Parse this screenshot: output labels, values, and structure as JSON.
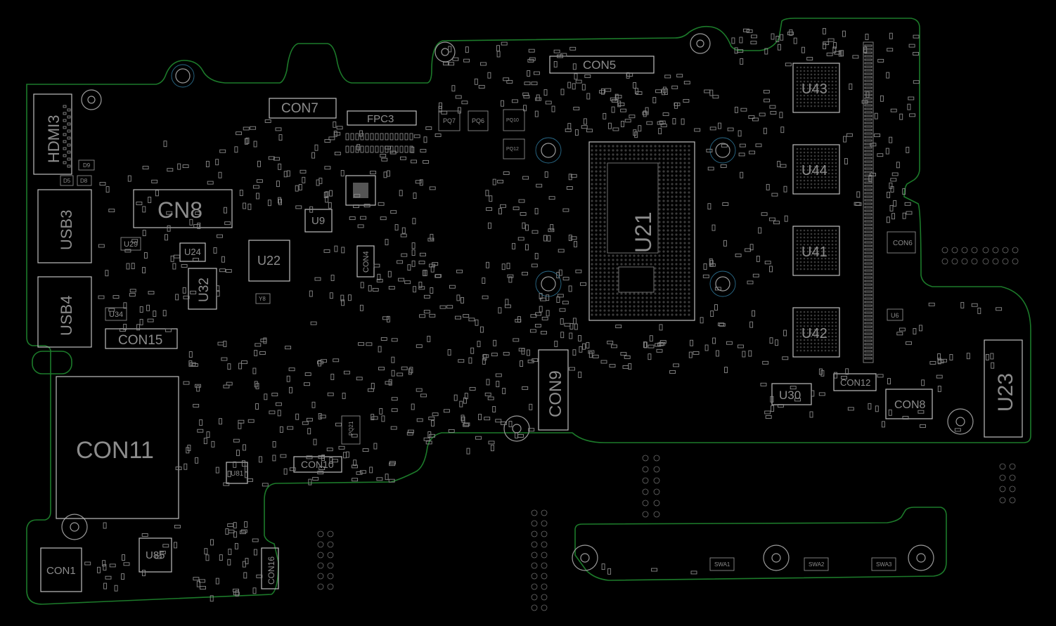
{
  "board": {
    "outline_color": "#1c7a2a",
    "silkscreen_color": "#bdbdbd",
    "label_color": "#8c8c8c",
    "background": "#000000"
  },
  "labels": {
    "hdmi3": "HDMI3",
    "usb3": "USB3",
    "usb4": "USB4",
    "cn8": "CN8",
    "con7": "CON7",
    "fpc3": "FPC3",
    "con5": "CON5",
    "con15": "CON15",
    "con11": "CON11",
    "con1": "CON1",
    "u85": "U85",
    "con16": "CON16",
    "con10": "CON10",
    "con9": "CON9",
    "u21": "U21",
    "u22": "U22",
    "u24": "U24",
    "u32": "U32",
    "u29": "U29",
    "u34": "U34",
    "u9": "U9",
    "con4": "CON4",
    "u43": "U43",
    "u44": "U44",
    "u41": "U41",
    "u42": "U42",
    "con6": "CON6",
    "u30": "U30",
    "con12": "CON12",
    "con8": "CON8",
    "u23": "U23",
    "u81": "U81",
    "pq7": "PQ7",
    "pq6": "PQ6",
    "pq10": "PQ10",
    "pq12": "PQ12",
    "pq21": "PQ21",
    "u6": "U6",
    "swa1": "SWA1",
    "swa2": "SWA2",
    "swa3": "SWA3",
    "d9": "D9",
    "d5": "D5",
    "d8": "D8",
    "y8": "Y8"
  }
}
